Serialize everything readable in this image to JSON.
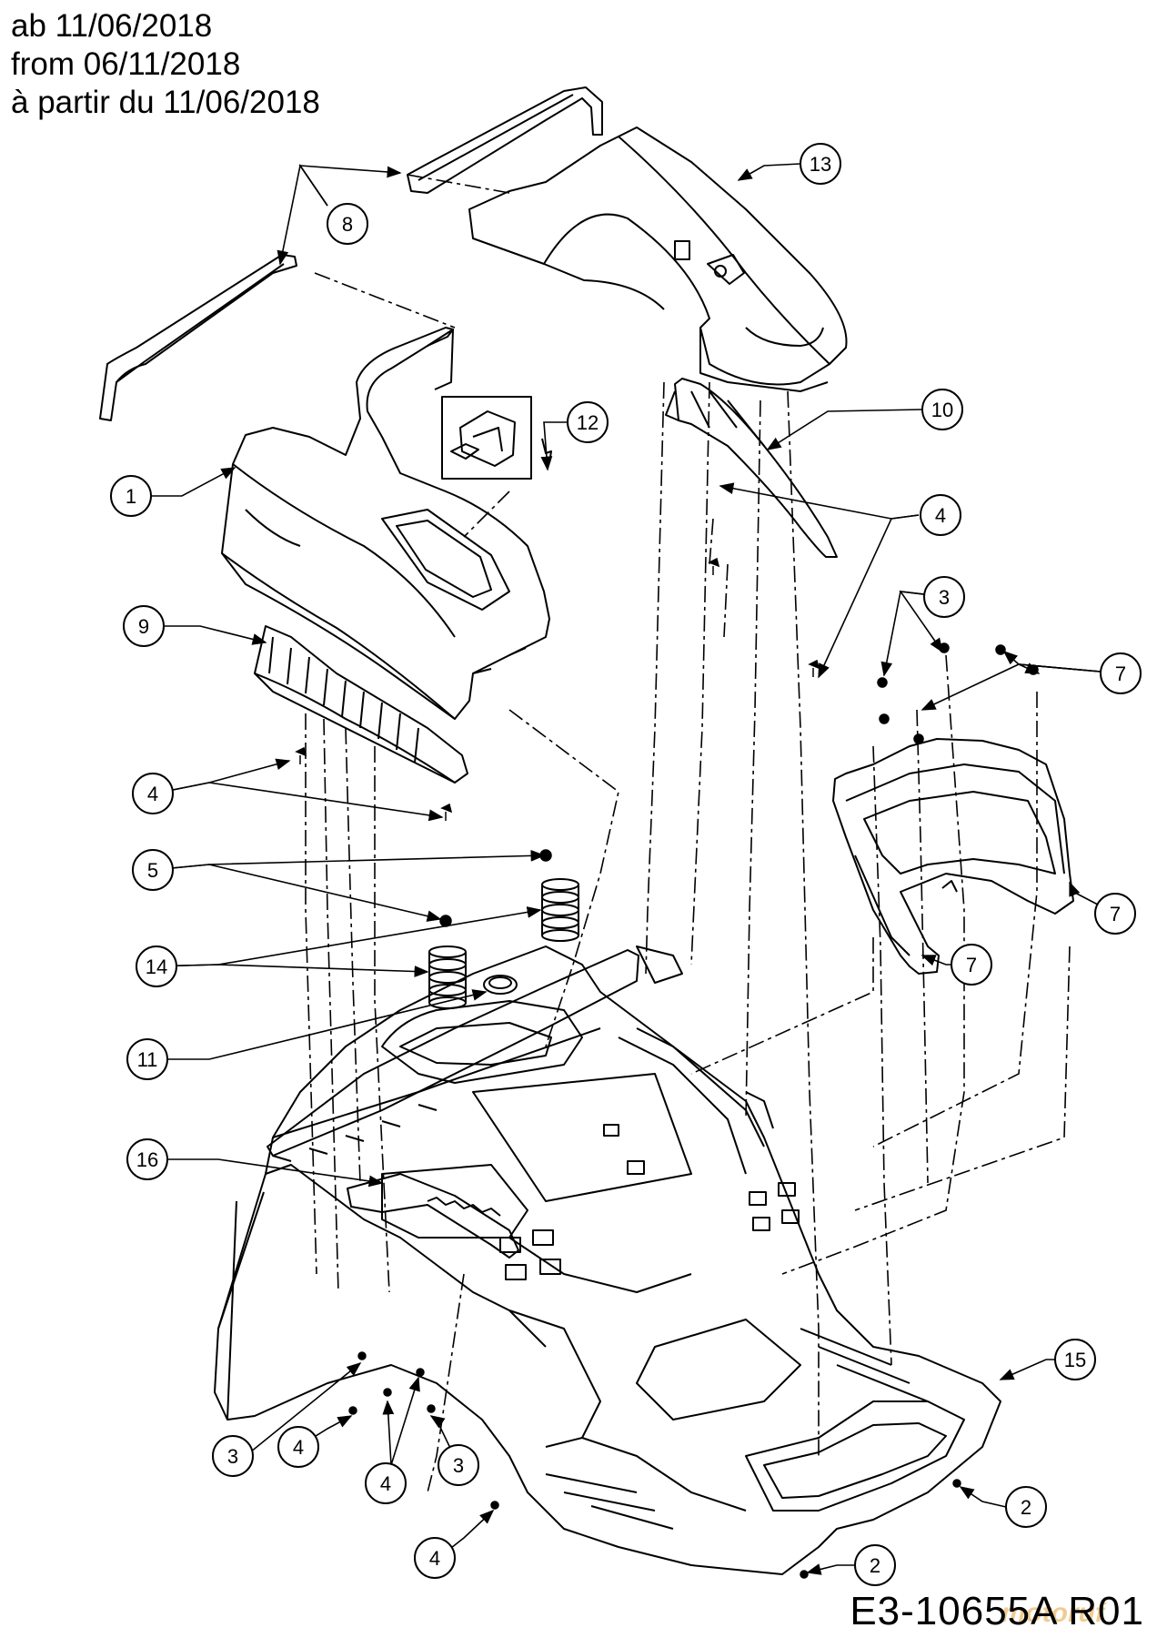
{
  "header": {
    "date_de": "ab 11/06/2018",
    "date_en": "from 06/11/2018",
    "date_fr": "à partir du 11/06/2018"
  },
  "footer": {
    "document_code": "E3-10655A R01",
    "watermark_text": "motoruf"
  },
  "callouts": [
    {
      "id": "c13",
      "label": "13"
    },
    {
      "id": "c8",
      "label": "8"
    },
    {
      "id": "c12",
      "label": "12"
    },
    {
      "id": "c10",
      "label": "10"
    },
    {
      "id": "c1",
      "label": "1"
    },
    {
      "id": "c4a",
      "label": "4"
    },
    {
      "id": "c3a",
      "label": "3"
    },
    {
      "id": "c7a",
      "label": "7"
    },
    {
      "id": "c9",
      "label": "9"
    },
    {
      "id": "c4b",
      "label": "4"
    },
    {
      "id": "c5",
      "label": "5"
    },
    {
      "id": "c14",
      "label": "14"
    },
    {
      "id": "c11",
      "label": "11"
    },
    {
      "id": "c7b",
      "label": "7"
    },
    {
      "id": "c7c",
      "label": "7"
    },
    {
      "id": "c16",
      "label": "16"
    },
    {
      "id": "c15",
      "label": "15"
    },
    {
      "id": "c3b",
      "label": "3"
    },
    {
      "id": "c4c",
      "label": "4"
    },
    {
      "id": "c4d",
      "label": "4"
    },
    {
      "id": "c3c",
      "label": "3"
    },
    {
      "id": "c2a",
      "label": "2"
    },
    {
      "id": "c4e",
      "label": "4"
    },
    {
      "id": "c2b",
      "label": "2"
    }
  ],
  "colors": {
    "ink": "#000000",
    "background": "#ffffff",
    "watermark": "#e8a23a"
  }
}
